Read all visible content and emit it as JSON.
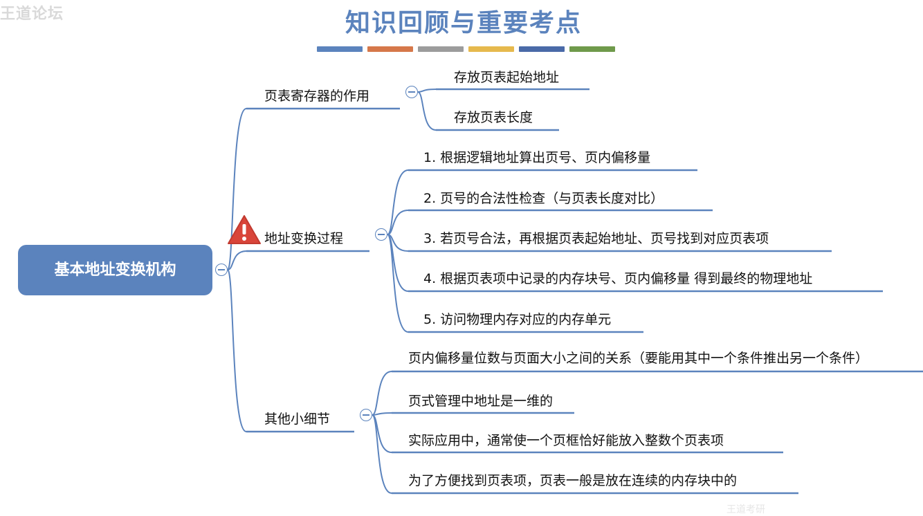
{
  "watermark": "王道论坛",
  "title": "知识回顾与重要考点",
  "title_bar_colors": [
    "#5b83bd",
    "#d6784a",
    "#9c9c9c",
    "#e6b94d",
    "#4a6aa8",
    "#6f9a4b"
  ],
  "root": {
    "label": "基本地址变换机构"
  },
  "branches": [
    {
      "label": "页表寄存器的作用",
      "children": [
        "存放页表起始地址",
        "存放页表长度"
      ]
    },
    {
      "label": "地址变换过程",
      "warning_icon": "warning-triangle",
      "children": [
        "1. 根据逻辑地址算出页号、页内偏移量",
        "2. 页号的合法性检查（与页表长度对比）",
        "3. 若页号合法，再根据页表起始地址、页号找到对应页表项",
        "4. 根据页表项中记录的内存块号、页内偏移量 得到最终的物理地址",
        "5. 访问物理内存对应的内存单元"
      ]
    },
    {
      "label": "其他小细节",
      "children": [
        "页内偏移量位数与页面大小之间的关系（要能用其中一个条件推出另一个条件）",
        "页式管理中地址是一维的",
        "实际应用中，通常使一个页框恰好能放入整数个页表项",
        "为了方便找到页表项，页表一般是放在连续的内存块中的"
      ]
    }
  ],
  "colors": {
    "accent": "#5b83bd",
    "warning": "#d9453a"
  },
  "footer_watermark": "王道考研"
}
